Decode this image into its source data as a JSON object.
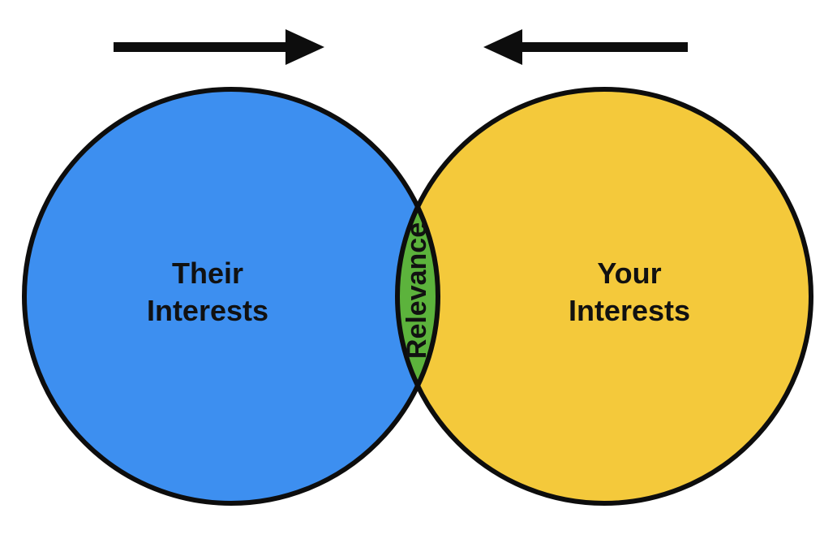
{
  "diagram": {
    "left_circle": {
      "line1": "Their",
      "line2": "Interests",
      "color": "#3d8ff0"
    },
    "right_circle": {
      "line1": "Your",
      "line2": "Interests",
      "color": "#f4c93b"
    },
    "overlap": {
      "label": "Relevance",
      "color": "#5cb33c"
    },
    "outline_color": "#0d0d0d",
    "arrows": [
      {
        "direction": "right",
        "icon": "arrow-right-icon"
      },
      {
        "direction": "left",
        "icon": "arrow-left-icon"
      }
    ]
  }
}
